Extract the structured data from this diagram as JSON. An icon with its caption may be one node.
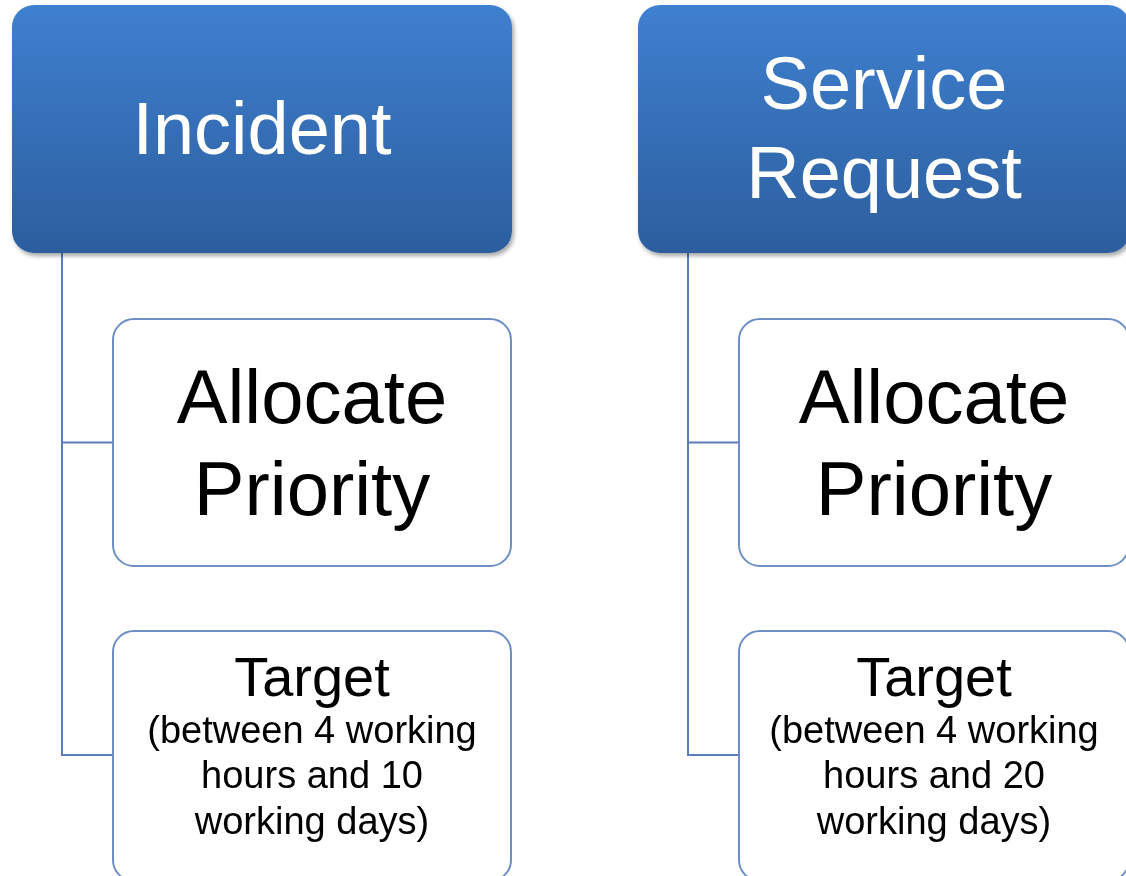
{
  "diagram": {
    "nodes": [
      {
        "text": [
          "Incident"
        ]
      },
      {
        "text": [
          "Allocate Priority"
        ]
      },
      {
        "text": [
          "Target",
          "(between 4 working hours and 10 working days)"
        ]
      },
      {
        "text": [
          "Service Request"
        ]
      },
      {
        "text": [
          "Allocate Priority"
        ]
      },
      {
        "text": [
          "Target",
          "(between 4 working hours and 20 working days)"
        ]
      }
    ],
    "edges": [
      {
        "from": 0,
        "to": 1,
        "arrow": "none"
      },
      {
        "from": 0,
        "to": 2,
        "arrow": "none"
      },
      {
        "from": 3,
        "to": 4,
        "arrow": "none"
      },
      {
        "from": 3,
        "to": 5,
        "arrow": "none"
      }
    ]
  }
}
